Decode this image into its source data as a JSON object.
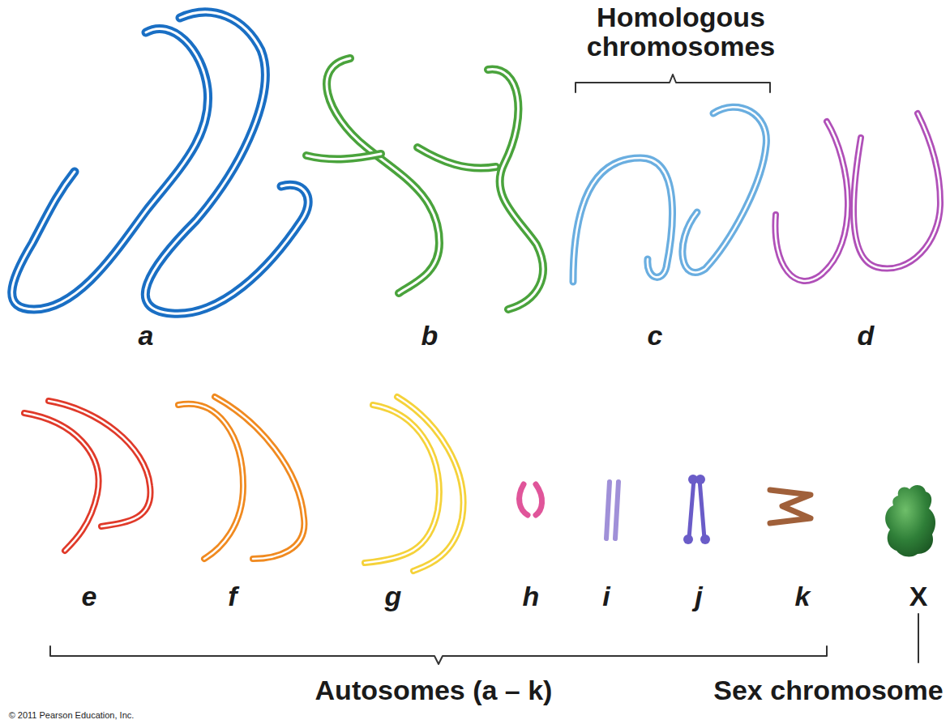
{
  "diagram": {
    "labels": [
      "Homologous chromosomes",
      "a",
      "b",
      "c",
      "d",
      "e",
      "f",
      "g",
      "h",
      "i",
      "j",
      "k",
      "X",
      "Autosomes (a – k)",
      "Sex chromosome",
      "© 2011 Pearson Education, Inc."
    ]
  }
}
